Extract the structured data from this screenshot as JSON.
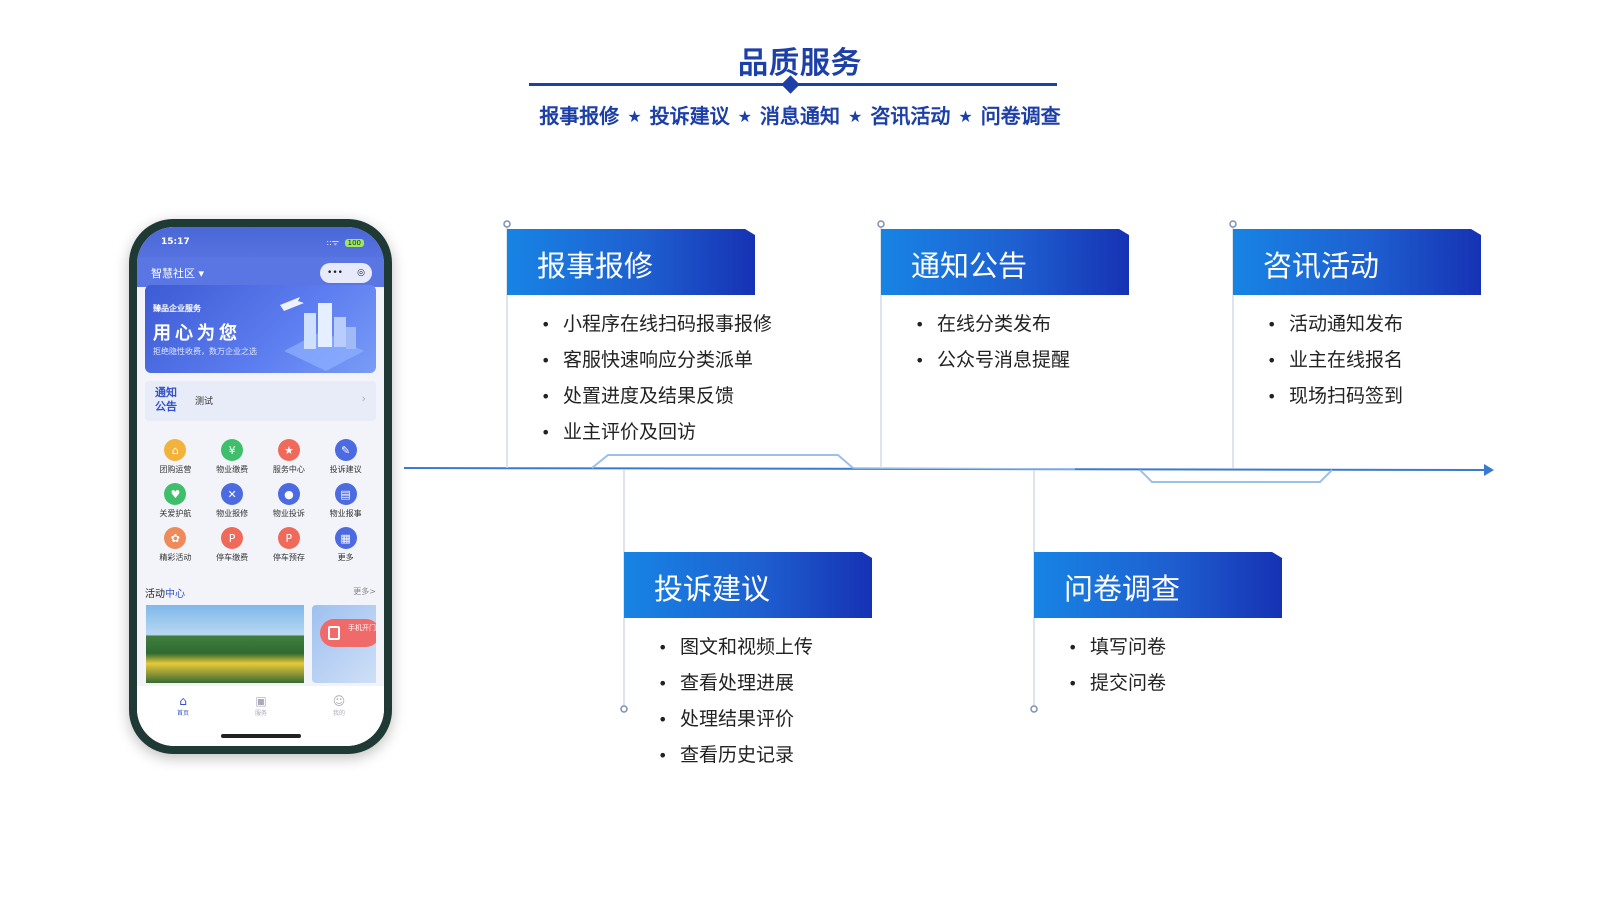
{
  "header": {
    "title": "品质服务",
    "subtitle_items": [
      "报事报修",
      "投诉建议",
      "消息通知",
      "咨讯活动",
      "问卷调查"
    ],
    "star": "★"
  },
  "phone": {
    "time": "15:17",
    "battery": "100",
    "signal": "::ᯤ",
    "app_name": "智慧社区 ▾",
    "capsule_more": "•••",
    "capsule_close": "◎",
    "banner": {
      "tag": "臻品企业服务",
      "slogan": "用心为您",
      "sub": "拒绝隐性收费，数万企业之选"
    },
    "notice": {
      "badge": "通知公告",
      "text": "测试",
      "arrow": "›"
    },
    "grid": [
      {
        "label": "团购运营",
        "icon": "shop-icon",
        "glyph": "⌂",
        "color": "#f2b33d"
      },
      {
        "label": "物业缴费",
        "icon": "pay-icon",
        "glyph": "¥",
        "color": "#3fbf6b"
      },
      {
        "label": "服务中心",
        "icon": "star-icon",
        "glyph": "★",
        "color": "#ef6a5a"
      },
      {
        "label": "投诉建议",
        "icon": "doc-icon",
        "glyph": "✎",
        "color": "#4d6be0"
      },
      {
        "label": "关爱护航",
        "icon": "care-icon",
        "glyph": "♥",
        "color": "#3fbf6b"
      },
      {
        "label": "物业报修",
        "icon": "wrench-icon",
        "glyph": "✕",
        "color": "#4d6be0"
      },
      {
        "label": "物业投诉",
        "icon": "user-icon",
        "glyph": "●",
        "color": "#4d6be0"
      },
      {
        "label": "物业报事",
        "icon": "clipboard-icon",
        "glyph": "▤",
        "color": "#4d6be0"
      },
      {
        "label": "精彩活动",
        "icon": "activity-icon",
        "glyph": "✿",
        "color": "#ef8a5a"
      },
      {
        "label": "停车缴费",
        "icon": "parking-pay-icon",
        "glyph": "P",
        "color": "#ef6a5a"
      },
      {
        "label": "停车预存",
        "icon": "parking-save-icon",
        "glyph": "P",
        "color": "#ef6a5a"
      },
      {
        "label": "更多",
        "icon": "grid-icon",
        "glyph": "▦",
        "color": "#4d6be0"
      }
    ],
    "activity": {
      "title_prefix": "活动",
      "title_accent": "中心",
      "more": "更多>",
      "door_button": "手机开门"
    },
    "tabs": [
      {
        "label": "首页",
        "glyph": "⌂"
      },
      {
        "label": "服务",
        "glyph": "▣"
      },
      {
        "label": "我的",
        "glyph": "☺"
      }
    ]
  },
  "cards": [
    {
      "title": "报事报修",
      "items": [
        "小程序在线扫码报事报修",
        "客服快速响应分类派单",
        "处置进度及结果反馈",
        "业主评价及回访"
      ]
    },
    {
      "title": "通知公告",
      "items": [
        "在线分类发布",
        "公众号消息提醒"
      ]
    },
    {
      "title": "咨讯活动",
      "items": [
        "活动通知发布",
        "业主在线报名",
        "现场扫码签到"
      ]
    },
    {
      "title": "投诉建议",
      "items": [
        "图文和视频上传",
        "查看处理进展",
        "处理结果评价",
        "查看历史记录"
      ]
    },
    {
      "title": "问卷调查",
      "items": [
        "填写问卷",
        "提交问卷"
      ]
    }
  ],
  "colors": {
    "brand_blue": "#1c3fa8",
    "card_gradient_start": "#1784e4",
    "card_gradient_end": "#1632b4",
    "timeline": "#3a7ad0"
  }
}
